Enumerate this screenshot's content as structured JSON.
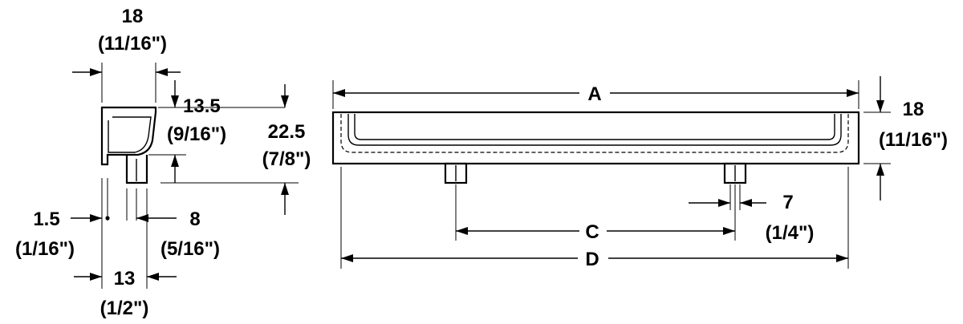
{
  "dimensions": {
    "side_width": {
      "mm": "18",
      "inch": "(11/16\")"
    },
    "side_lip_height": {
      "mm": "13.5",
      "inch": "(9/16\")"
    },
    "side_total_height": {
      "mm": "22.5",
      "inch": "(7/8\")"
    },
    "side_offset": {
      "mm": "1.5",
      "inch": "(1/16\")"
    },
    "side_post": {
      "mm": "8",
      "inch": "(5/16\")"
    },
    "side_depth": {
      "mm": "13",
      "inch": "(1/2\")"
    },
    "front_length": {
      "label": "A"
    },
    "front_height": {
      "mm": "18",
      "inch": "(11/16\")"
    },
    "front_post": {
      "mm": "7",
      "inch": "(1/4\")"
    },
    "front_center": {
      "label": "C"
    },
    "front_overall": {
      "label": "D"
    }
  },
  "colors": {
    "ink": "#000000",
    "background": "#ffffff"
  }
}
